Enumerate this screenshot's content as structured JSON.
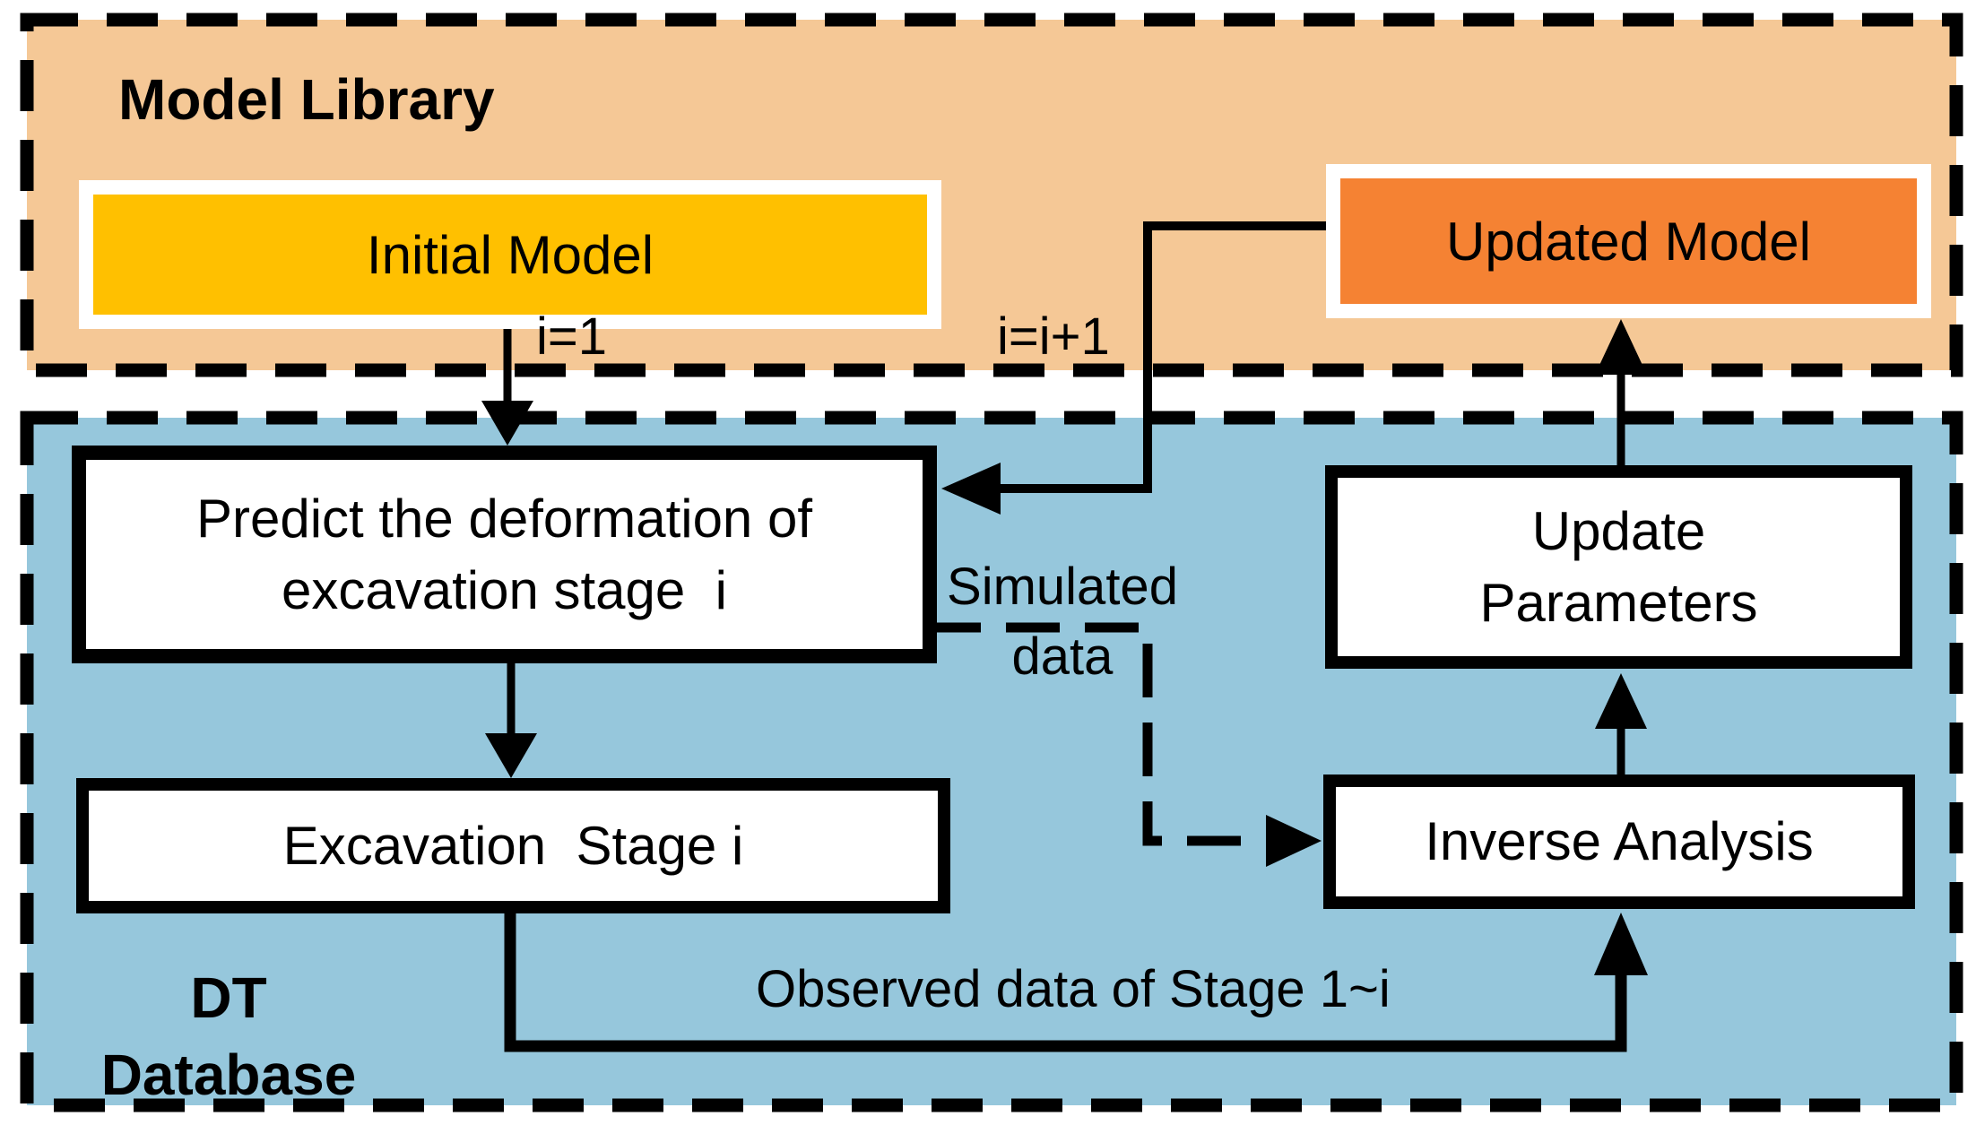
{
  "regions": {
    "model_library": {
      "title": "Model Library",
      "bg": "#F5C896",
      "border_style": "dashed-black"
    },
    "dt_database": {
      "title": "DT\nDatabase",
      "bg": "#96C7DC",
      "border_style": "dashed-black"
    }
  },
  "nodes": {
    "initial_model": {
      "label": "Initial Model",
      "fill": "#FFC000",
      "frame": "#FFFFFF"
    },
    "updated_model": {
      "label": "Updated Model",
      "fill": "#F58233",
      "frame": "#FFFFFF"
    },
    "predict": {
      "label": "Predict the deformation of\nexcavation stage  i",
      "fill": "#FFFFFF"
    },
    "excavation": {
      "label": "Excavation  Stage i",
      "fill": "#FFFFFF"
    },
    "update_parameters": {
      "label": "Update\nParameters",
      "fill": "#FFFFFF"
    },
    "inverse_analysis": {
      "label": "Inverse Analysis",
      "fill": "#FFFFFF"
    }
  },
  "edge_labels": {
    "i_init": "i=1",
    "i_increment": "i=i+1",
    "simulated": "Simulated\ndata",
    "observed": "Observed data of Stage 1~i"
  },
  "edges": [
    {
      "name": "initial-model-to-predict",
      "style": "solid-arrow",
      "label": "i=1"
    },
    {
      "name": "updated-model-to-predict",
      "style": "solid-arrow",
      "label": "i=i+1"
    },
    {
      "name": "predict-to-excavation",
      "style": "solid-arrow"
    },
    {
      "name": "predict-to-inverse-analysis",
      "style": "dashed-arrow",
      "label": "Simulated\ndata"
    },
    {
      "name": "excavation-to-inverse-analysis",
      "style": "solid-arrow",
      "label": "Observed data of Stage 1~i"
    },
    {
      "name": "inverse-analysis-to-update-parameters",
      "style": "solid-arrow"
    },
    {
      "name": "update-parameters-to-updated-model",
      "style": "solid-arrow"
    }
  ],
  "colors": {
    "line": "#000000",
    "canvas": "#FFFFFF"
  }
}
